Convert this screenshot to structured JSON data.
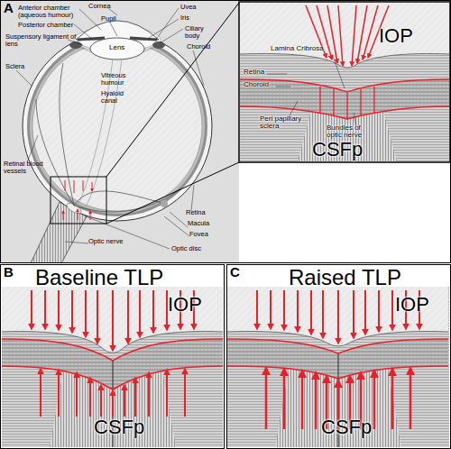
{
  "diagram": {
    "nodes": [
      {
        "text": [
          "A"
        ]
      },
      {
        "text": [
          "B",
          "Baseline TLP"
        ]
      },
      {
        "text": [
          "C",
          "Raised TLP"
        ]
      }
    ],
    "labels": [
      "Anterior chamber (aqueous humour)",
      "Cornea",
      "Pupil",
      "Uvea",
      "Posterior chamber",
      "Iris",
      "Suspensory ligament of lens",
      "Ciliary body",
      "Lens",
      "Choroid",
      "Sclera",
      "Vitreous humour",
      "Hyaloid canal",
      "Retinal blood vessels",
      "Retina",
      "Macula",
      "Fovea",
      "Optic nerve",
      "Optic disc",
      "IOP",
      "Lamina Cribrosa",
      "Retina",
      "Choroid",
      "Peri papillary sclera",
      "Bundles of optic nerve",
      "CSFp",
      "IOP",
      "CSFp",
      "IOP",
      "CSFp"
    ]
  }
}
